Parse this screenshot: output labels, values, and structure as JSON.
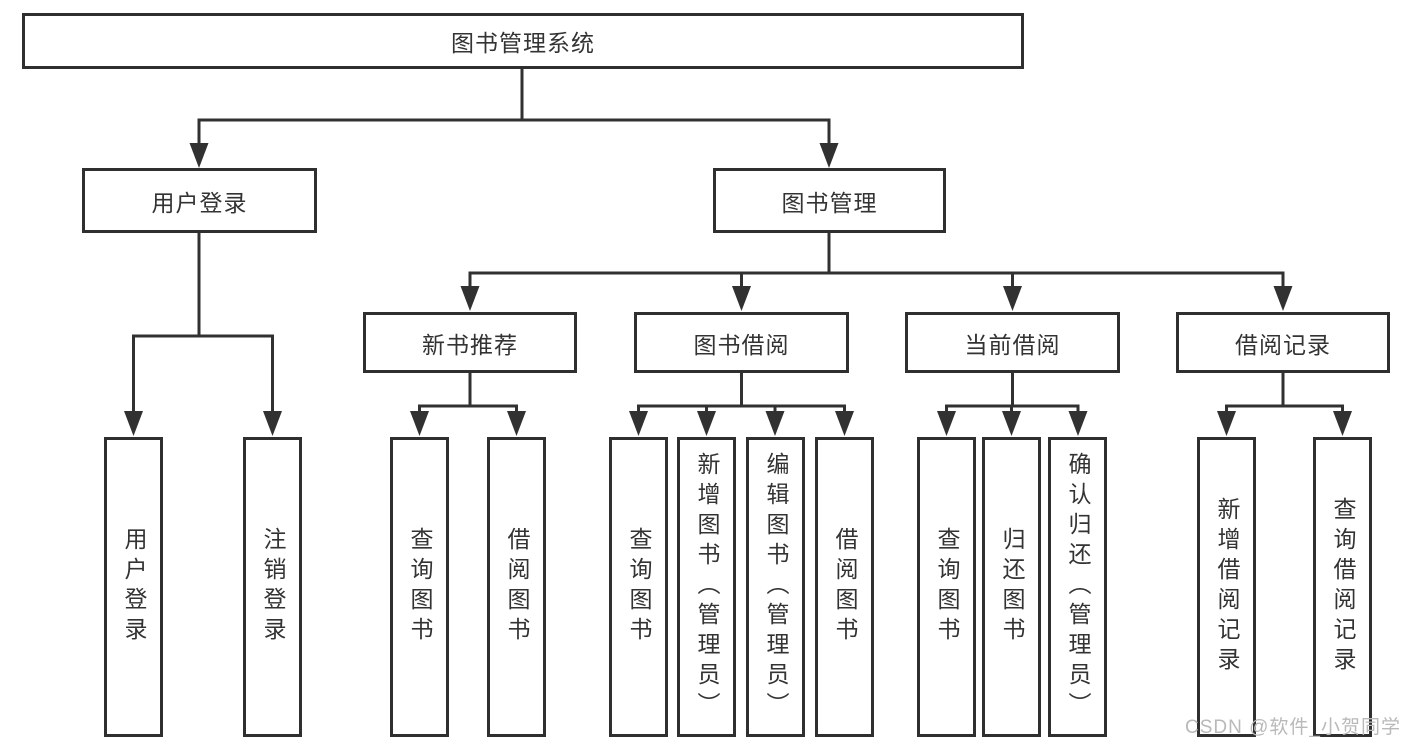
{
  "colors": {
    "background": "#ffffff",
    "line": "#313131",
    "box_border": "#2f2f2f",
    "text": "#333333",
    "watermark": "#b9b9b9"
  },
  "nodes": {
    "root": {
      "label": "图书管理系统"
    },
    "user_login": {
      "label": "用户登录"
    },
    "book_mgmt": {
      "label": "图书管理"
    },
    "new_book": {
      "label": "新书推荐"
    },
    "borrow_mgmt": {
      "label": "图书借阅"
    },
    "current_borrow": {
      "label": "当前借阅"
    },
    "borrow_record": {
      "label": "借阅记录"
    },
    "leaf_user_login": {
      "label": "用户登录"
    },
    "leaf_logout": {
      "label": "注销登录"
    },
    "leaf_query_book_a": {
      "label": "查询图书"
    },
    "leaf_borrow_book_a": {
      "label": "借阅图书"
    },
    "leaf_query_book_b": {
      "label": "查询图书"
    },
    "leaf_add_book": {
      "label": "新增图书（管理员）"
    },
    "leaf_edit_book": {
      "label": "编辑图书（管理员）"
    },
    "leaf_borrow_book_b": {
      "label": "借阅图书"
    },
    "leaf_query_book_c": {
      "label": "查询图书"
    },
    "leaf_return_book": {
      "label": "归还图书"
    },
    "leaf_confirm_return": {
      "label": "确认归还（管理员）"
    },
    "leaf_add_record": {
      "label": "新增借阅记录"
    },
    "leaf_query_record": {
      "label": "查询借阅记录"
    }
  },
  "watermark": {
    "text": "CSDN @软件_小贺同学"
  }
}
